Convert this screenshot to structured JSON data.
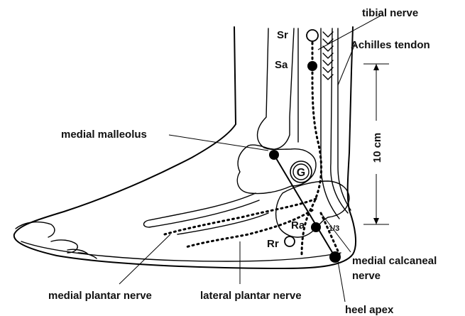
{
  "labels": {
    "tibial_nerve": "tibial nerve",
    "achilles_tendon": "Achilles tendon",
    "sr": "Sr",
    "sa": "Sa",
    "medial_malleolus": "medial malleolus",
    "g": "G",
    "ten_cm": "10 cm",
    "ra": "Ra",
    "one_third": "1/3",
    "rr": "Rr",
    "medial_calcaneal_nerve_line1": "medial calcaneal",
    "medial_calcaneal_nerve_line2": "nerve",
    "medial_plantar_nerve": "medial plantar nerve",
    "lateral_plantar_nerve": "lateral plantar nerve",
    "heel_apex": "heel apex"
  },
  "colors": {
    "ink": "#000000",
    "background": "#ffffff"
  }
}
